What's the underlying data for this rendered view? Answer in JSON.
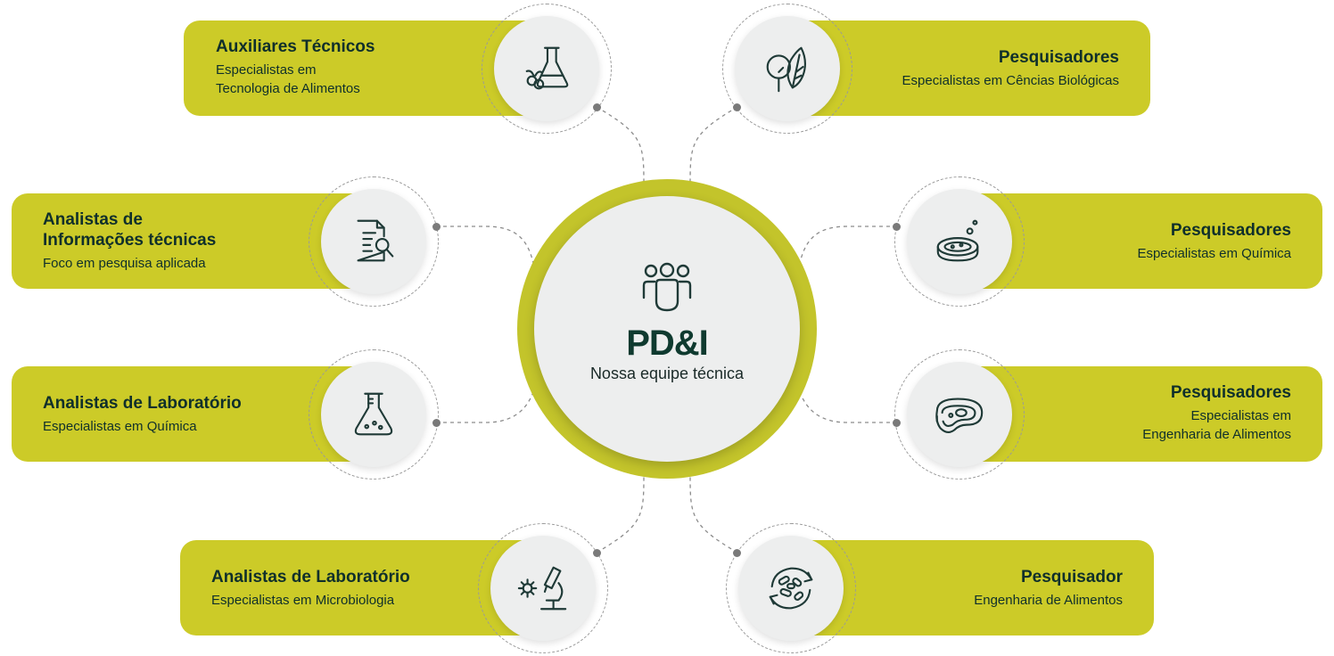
{
  "center": {
    "title": "PD&I",
    "subtitle": "Nossa equipe técnica",
    "icon": "team-icon"
  },
  "colors": {
    "card": "#cccb28",
    "center_ring": "#c3c42b",
    "circle_bg": "#edeeee",
    "text": "#0f2f2b",
    "icon_stroke": "#1f3a37"
  },
  "roles": [
    {
      "title": "Auxiliares Técnicos",
      "subtitle": "Especialistas em\nTecnologia de Alimentos",
      "icon": "flask-with-fruit-icon"
    },
    {
      "title": "Analistas de\nInformações técnicas",
      "subtitle": "Foco em pesquisa aplicada",
      "icon": "document-search-icon"
    },
    {
      "title": "Analistas de Laboratório",
      "subtitle": "Especialistas em Química",
      "icon": "flask-icon"
    },
    {
      "title": "Analistas de Laboratório",
      "subtitle": "Especialistas em Microbiologia",
      "icon": "microscope-virus-icon"
    },
    {
      "title": "Pesquisadores",
      "subtitle": "Especialistas em Cências Biológicas",
      "icon": "tree-leaf-icon"
    },
    {
      "title": "Pesquisadores",
      "subtitle": "Especialistas em Química",
      "icon": "petri-dish-icon"
    },
    {
      "title": "Pesquisadores",
      "subtitle": "Especialistas em\nEngenharia de Alimentos",
      "icon": "steak-icon"
    },
    {
      "title": "Pesquisador",
      "subtitle": "Engenharia de Alimentos",
      "icon": "bacteria-cycle-icon"
    }
  ]
}
